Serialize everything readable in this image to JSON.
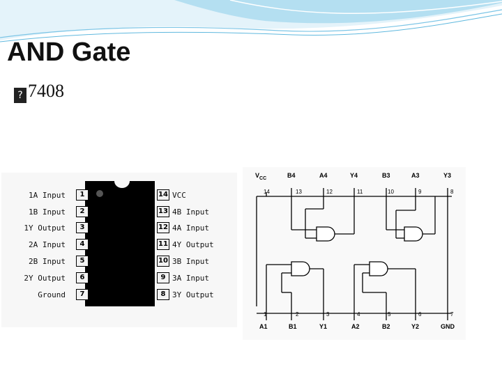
{
  "slide": {
    "title": "AND Gate",
    "bullet_glyph": "?",
    "bullet_text": "7408"
  },
  "pinout": {
    "left_pins": [
      {
        "num": "1",
        "label": "1A Input"
      },
      {
        "num": "2",
        "label": "1B Input"
      },
      {
        "num": "3",
        "label": "1Y Output"
      },
      {
        "num": "4",
        "label": "2A Input"
      },
      {
        "num": "5",
        "label": "2B Input"
      },
      {
        "num": "6",
        "label": "2Y Output"
      },
      {
        "num": "7",
        "label": "Ground"
      }
    ],
    "right_pins": [
      {
        "num": "14",
        "label": "VCC"
      },
      {
        "num": "13",
        "label": "4B Input"
      },
      {
        "num": "12",
        "label": "4A Input"
      },
      {
        "num": "11",
        "label": "4Y Output"
      },
      {
        "num": "10",
        "label": "3B Input"
      },
      {
        "num": "9",
        "label": "3A Input"
      },
      {
        "num": "8",
        "label": "3Y Output"
      }
    ]
  },
  "schematic": {
    "vcc_main": "V",
    "vcc_sub": "CC",
    "top_labels": [
      "B4",
      "A4",
      "Y4",
      "B3",
      "A3",
      "Y3"
    ],
    "top_numbers": [
      "14",
      "13",
      "12",
      "11",
      "10",
      "9",
      "8"
    ],
    "bottom_numbers": [
      "1",
      "2",
      "3",
      "4",
      "5",
      "6",
      "7"
    ],
    "bottom_labels": [
      "A1",
      "B1",
      "Y1",
      "A2",
      "B2",
      "Y2",
      "GND"
    ]
  }
}
